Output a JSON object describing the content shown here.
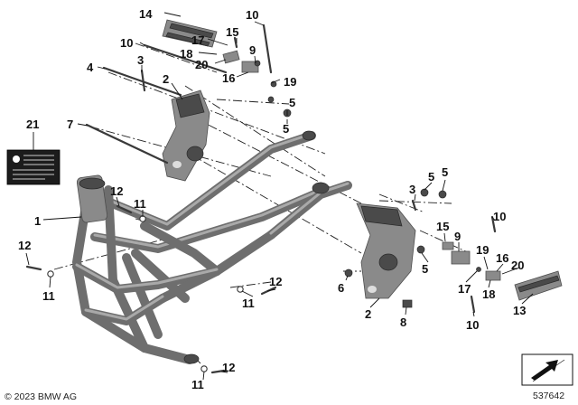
{
  "diagram": {
    "callouts": {
      "c1": "1",
      "c2a": "2",
      "c2b": "2",
      "c3a": "3",
      "c3b": "3",
      "c4": "4",
      "c5a": "5",
      "c5b": "5",
      "c5c": "5",
      "c5d": "5",
      "c5e": "5",
      "c6": "6",
      "c7": "7",
      "c8": "8",
      "c9a": "9",
      "c9b": "9",
      "c10a": "10",
      "c10b": "10",
      "c10c": "10",
      "c10d": "10",
      "c11a": "11",
      "c11b": "11",
      "c11c": "11",
      "c11d": "11",
      "c12a": "12",
      "c12b": "12",
      "c12c": "12",
      "c12d": "12",
      "c13": "13",
      "c14": "14",
      "c15a": "15",
      "c15b": "15",
      "c16a": "16",
      "c16b": "16",
      "c17a": "17",
      "c17b": "17",
      "c18a": "18",
      "c18b": "18",
      "c19a": "19",
      "c19b": "19",
      "c20a": "20",
      "c20b": "20",
      "c21": "21"
    },
    "copyright": "© 2023 BMW AG",
    "diagram_id": "537642",
    "colors": {
      "frame": "#6e6e6e",
      "part": "#8a8a8a",
      "dark": "#4a4a4a",
      "text": "#111111"
    },
    "icons": {
      "corner_symbol": "arrow-sheet-icon",
      "label_sticker": "type-label-icon"
    }
  }
}
